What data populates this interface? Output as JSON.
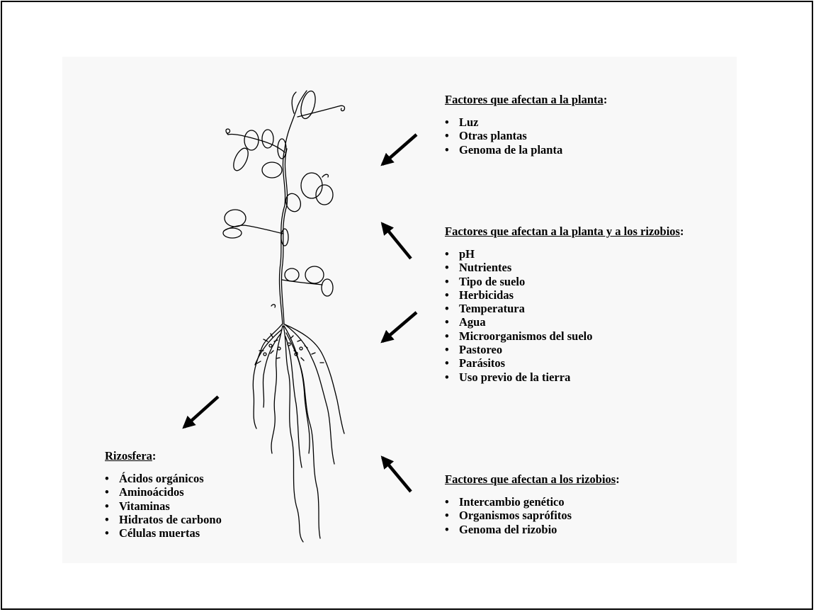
{
  "sections": {
    "plant_factors": {
      "title": "Factores que afectan a la planta",
      "items": [
        "Luz",
        "Otras plantas",
        "Genoma de la planta"
      ]
    },
    "shared_factors": {
      "title": "Factores que afectan a la planta y a los rizobios",
      "items": [
        "pH",
        "Nutrientes",
        "Tipo de suelo",
        "Herbicidas",
        "Temperatura",
        "Agua",
        "Microorganismos del suelo",
        "Pastoreo",
        "Parásitos",
        "Uso previo de la tierra"
      ]
    },
    "rhizobia_factors": {
      "title": "Factores que afectan a los rizobios",
      "items": [
        "Intercambio genético",
        "Organismos saprófitos",
        "Genoma del rizobio"
      ]
    },
    "rhizosphere": {
      "title": "Rizosfera",
      "items": [
        "Ácidos orgánicos",
        "Aminoácidos",
        "Vitaminas",
        "Hidratos de carbono",
        "Células muertas"
      ]
    }
  },
  "title_suffix": ":"
}
